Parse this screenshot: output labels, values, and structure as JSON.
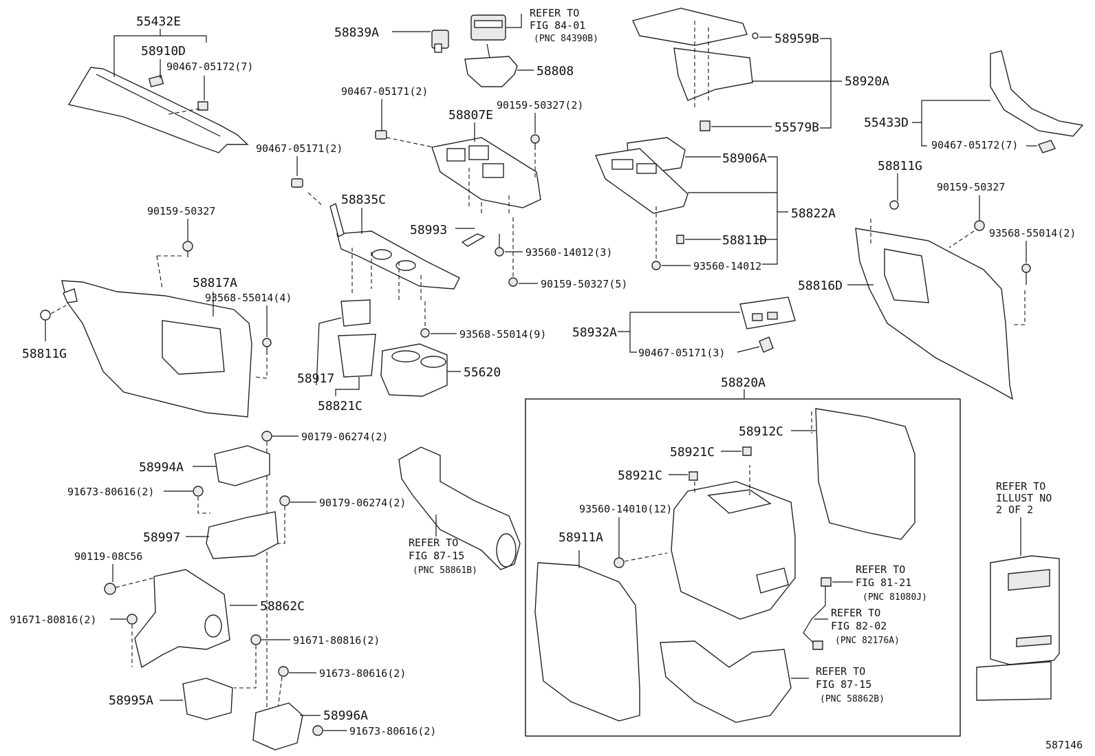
{
  "labels": {
    "p55432E": "55432E",
    "p58910D": "58910D",
    "p90467_05172_7a": "90467-05172(7)",
    "p58839A": "58839A",
    "p58808": "58808",
    "p90467_05171_2a": "90467-05171(2)",
    "p58807E": "58807E",
    "p90159_50327_2": "90159-50327(2)",
    "p90467_05171_2b": "90467-05171(2)",
    "p58835C": "58835C",
    "p58993": "58993",
    "p93560_14012_3": "93560-14012(3)",
    "p90159_50327_5": "90159-50327(5)",
    "p90159_50327a": "90159-50327",
    "p58817A": "58817A",
    "p93568_55014_4": "93568-55014(4)",
    "p58811G_a": "58811G",
    "p93568_55014_9": "93568-55014(9)",
    "p58917": "58917",
    "p55620": "55620",
    "p58821C": "58821C",
    "p58959B": "58959B",
    "p58920A": "58920A",
    "p55579B": "55579B",
    "p58906A": "58906A",
    "p58822A": "58822A",
    "p58811D": "58811D",
    "p93560_14012": "93560-14012",
    "p58932A": "58932A",
    "p90467_05171_3": "90467-05171(3)",
    "p55433D": "55433D",
    "p90467_05172_7b": "90467-05172(7)",
    "p58811G_b": "58811G",
    "p90159_50327b": "90159-50327",
    "p93568_55014_2": "93568-55014(2)",
    "p58816D": "58816D",
    "p58820A": "58820A",
    "p58912C": "58912C",
    "p58921C_a": "58921C",
    "p58921C_b": "58921C",
    "p93560_14010_12": "93560-14010(12)",
    "p58911A": "58911A",
    "p90179_06274_2a": "90179-06274(2)",
    "p58994A": "58994A",
    "p91673_80616_2a": "91673-80616(2)",
    "p90179_06274_2b": "90179-06274(2)",
    "p58997": "58997",
    "p90119_08C56": "90119-08C56",
    "p58862C": "58862C",
    "p91671_80816_2a": "91671-80816(2)",
    "p91671_80816_2b": "91671-80816(2)",
    "p91673_80616_2b": "91673-80616(2)",
    "p58995A": "58995A",
    "p58996A": "58996A",
    "p91673_80616_2c": "91673-80616(2)",
    "fig_id": "587146"
  },
  "refs": {
    "r1": {
      "l1": "REFER TO",
      "l2": "FIG 84-01",
      "l3": "(PNC 84390B)"
    },
    "r2": {
      "l1": "REFER TO",
      "l2": "FIG 87-15",
      "l3": "(PNC 58861B)"
    },
    "r3": {
      "l1": "REFER TO",
      "l2": "FIG 81-21",
      "l3": "(PNC 81080J)"
    },
    "r4": {
      "l1": "REFER TO",
      "l2": "FIG 82-02",
      "l3": "(PNC 82176A)"
    },
    "r5": {
      "l1": "REFER TO",
      "l2": "FIG 87-15",
      "l3": "(PNC 58862B)"
    },
    "r6": {
      "l1": "REFER TO",
      "l2": "ILLUST NO",
      "l3": "2 OF 2"
    }
  }
}
